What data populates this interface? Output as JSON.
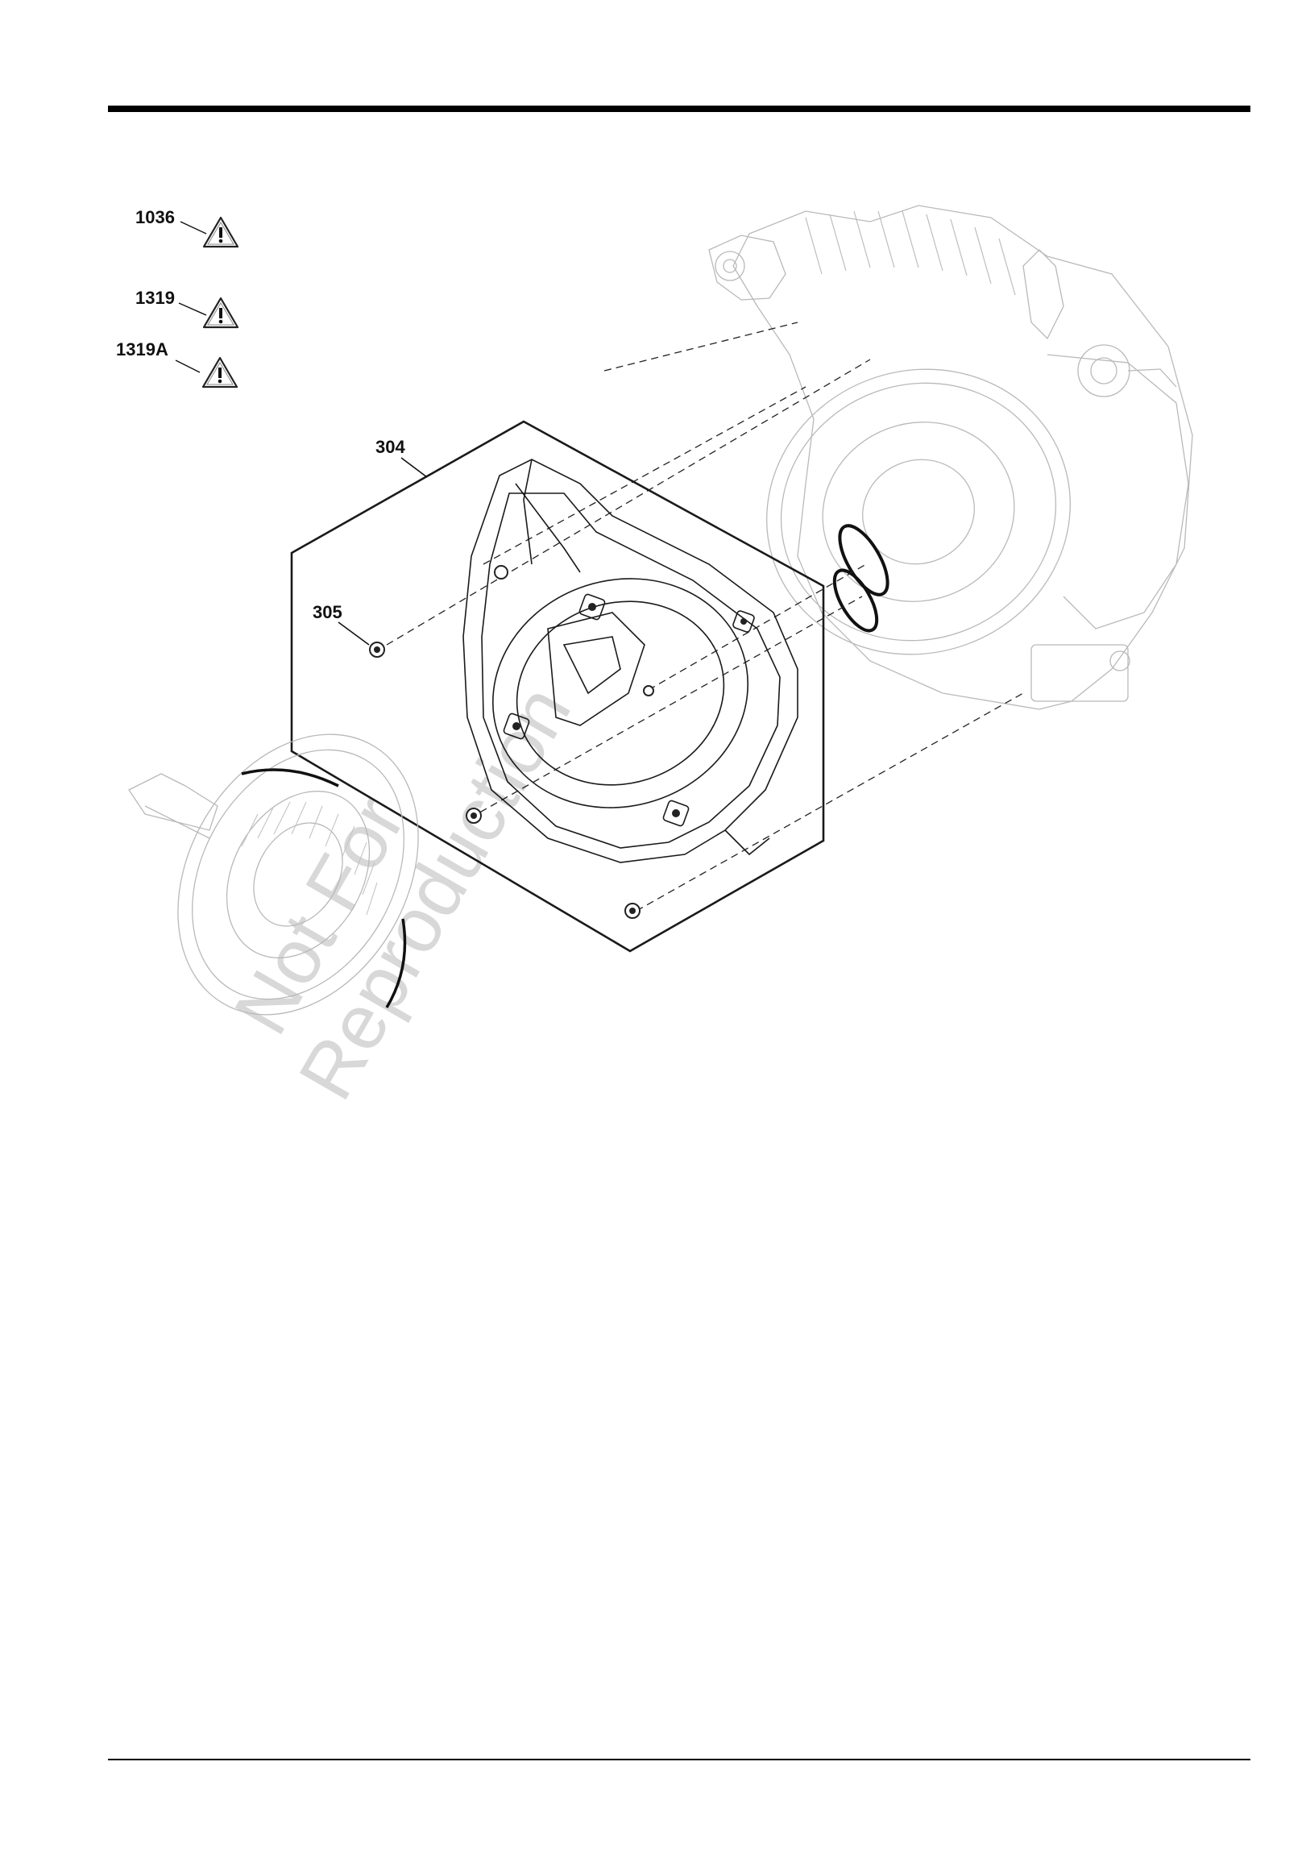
{
  "warnings": [
    {
      "code": "1036",
      "icon": "warning-triangle-icon"
    },
    {
      "code": "1319",
      "icon": "warning-triangle-icon"
    },
    {
      "code": "1319A",
      "icon": "warning-triangle-icon"
    }
  ],
  "callouts": {
    "blower_housing": "304",
    "bolt": "305"
  },
  "watermark": {
    "line1": "Not For",
    "line2": "Reproduction"
  },
  "colors": {
    "rule": "#000000",
    "ink": "#111111",
    "engine_ghost": "#b9b9b9",
    "watermark": "#d8d8d8"
  }
}
